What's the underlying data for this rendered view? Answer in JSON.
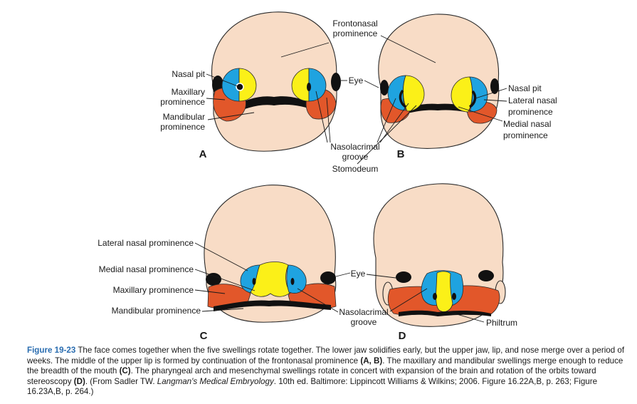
{
  "labels": {
    "frontonasal": [
      "Frontonasal",
      "prominence"
    ],
    "nasal_pit_a": "Nasal pit",
    "maxillary_a": [
      "Maxillary",
      "prominence"
    ],
    "mandibular_a": [
      "Mandibular",
      "prominence"
    ],
    "eye_ab": "Eye",
    "nasolacrimal_ab": [
      "Nasolacrimal",
      "groove"
    ],
    "stomodeum": "Stomodeum",
    "nasal_pit_b": "Nasal pit",
    "lateral_nasal_b": [
      "Lateral nasal",
      "prominence"
    ],
    "medial_nasal_b": [
      "Medial nasal",
      "prominence"
    ],
    "lateral_nasal_c": "Lateral nasal prominence",
    "medial_nasal_c": "Medial nasal prominence",
    "maxillary_c": "Maxillary prominence",
    "mandibular_c": "Mandibular prominence",
    "eye_cd": "Eye",
    "nasolacrimal_cd": [
      "Nasolacrimal",
      "groove"
    ],
    "philtrum": "Philtrum"
  },
  "panels": {
    "a": "A",
    "b": "B",
    "c": "C",
    "d": "D"
  },
  "colors": {
    "skin": "#f8dcc6",
    "maxillary_mandibular": "#e2572a",
    "lateral_nasal": "#1fa3e0",
    "medial_nasal_frontonasal": "#fbf018",
    "caption_figure_number": "#2a6db0"
  },
  "caption": {
    "figure_number": "Figure 19-23",
    "text_1": " The face comes together when the five swellings rotate together. The lower jaw solidifies early, but the upper jaw, lip, and nose merge over a period of weeks. The middle of the upper lip is formed by continuation of the frontonasal prominence ",
    "ref_ab": "(A, B)",
    "text_2": ". The maxillary and mandibular swellings merge enough to reduce the breadth of the mouth ",
    "ref_c": "(C)",
    "text_3": ". The pharyngeal arch and mesenchymal swellings rotate in concert with expansion of the brain and rotation of the orbits toward stereoscopy ",
    "ref_d": "(D)",
    "text_4": ". (From Sadler TW. ",
    "book_title": "Langman's Medical Embryology",
    "text_5": ". 10th ed. Baltimore: Lippincott Williams & Wilkins; 2006. Figure 16.22A,B, p. 263; Figure 16.23A,B, p. 264.)"
  }
}
